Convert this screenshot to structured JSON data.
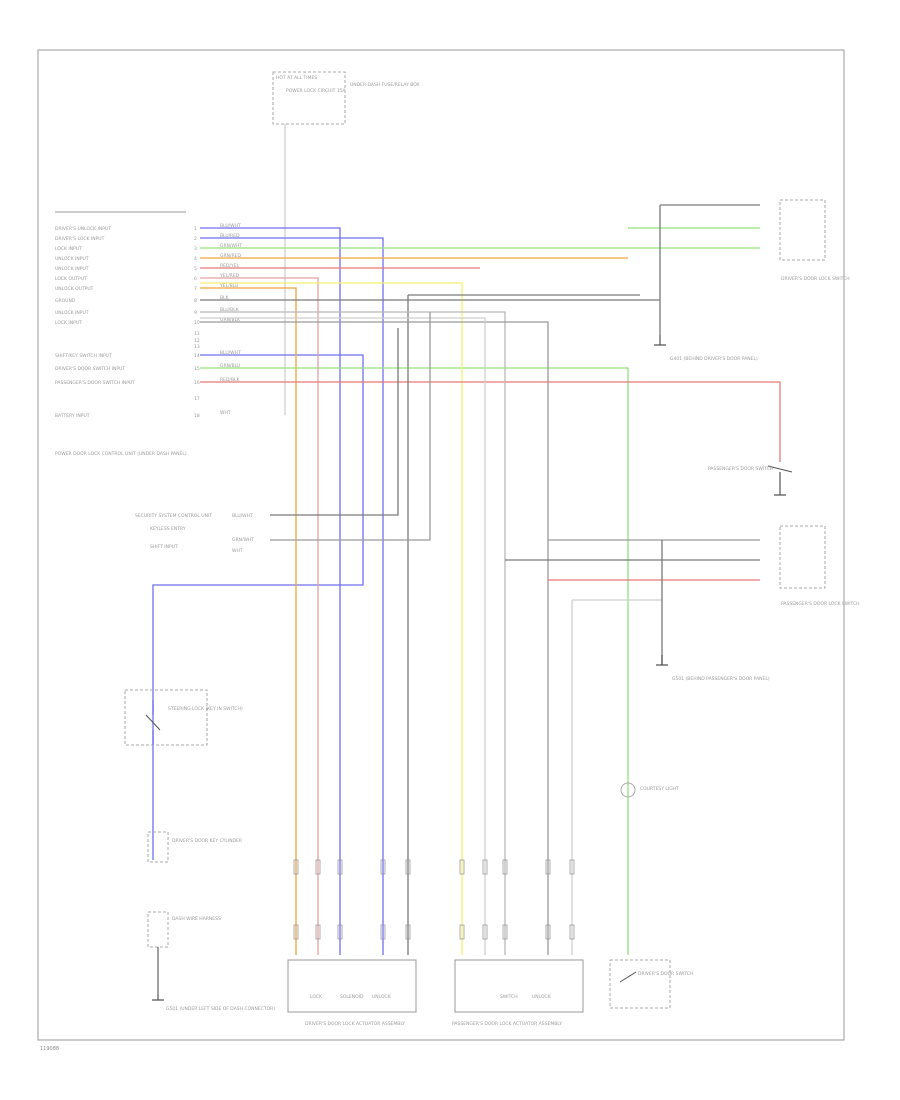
{
  "page": {
    "code": "119088"
  },
  "top_connector": {
    "header": "HOT AT ALL TIMES",
    "fuse": "POWER LOCK CIRCUIT 15A",
    "box_label": "UNDER-DASH FUSE/RELAY BOX"
  },
  "control_unit": {
    "title": "POWER DOOR LOCK CONTROL UNIT (UNDER DASH PANEL)",
    "pins": [
      {
        "num": "1",
        "label": "DRIVER'S UNLOCK INPUT",
        "wire": "BLU/WHT"
      },
      {
        "num": "2",
        "label": "DRIVER'S LOCK INPUT",
        "wire": "BLU/RED"
      },
      {
        "num": "3",
        "label": "LOCK INPUT",
        "wire": "GRN/WHT"
      },
      {
        "num": "4",
        "label": "UNLOCK INPUT",
        "wire": "GRN/RED"
      },
      {
        "num": "5",
        "label": "UNLOCK INPUT",
        "wire": "RED/YEL"
      },
      {
        "num": "6",
        "label": "LOCK OUTPUT",
        "wire": "YEL/RED"
      },
      {
        "num": "7",
        "label": "UNLOCK OUTPUT",
        "wire": "YEL/BLU"
      },
      {
        "num": "8",
        "label": "GROUND",
        "wire": "BLK"
      },
      {
        "num": "9",
        "label": "UNLOCK INPUT",
        "wire": "BLU/BLK"
      },
      {
        "num": "10",
        "label": "LOCK INPUT",
        "wire": "GRN/BLK"
      },
      {
        "num": "14",
        "label": "SHIFT/KEY SWITCH INPUT",
        "wire": "BLU/WHT"
      },
      {
        "num": "15",
        "label": "DRIVER'S DOOR SWITCH INPUT",
        "wire": "GRN/BLU"
      },
      {
        "num": "16",
        "label": "PASSENGER'S DOOR SWITCH INPUT",
        "wire": "RED/BLK"
      },
      {
        "num": "18",
        "label": "BATTERY INPUT",
        "wire": "WHT"
      }
    ],
    "unused_pins": [
      "11",
      "12",
      "13",
      "17"
    ]
  },
  "security_inputs": [
    {
      "label": "SECURITY SYSTEM CONTROL UNIT",
      "wire": "BLU/WHT"
    },
    {
      "label": "KEYLESS ENTRY",
      "wire": "GRN/WHT"
    },
    {
      "label": "SHIFT INPUT",
      "wire": "WHT"
    }
  ],
  "components": {
    "driver_lock_switch": "DRIVER'S DOOR LOCK SWITCH",
    "driver_lock_ground": "G401 (BEHIND DRIVER'S DOOR PANEL)",
    "passenger_lock_switch": "PASSENGER'S DOOR LOCK SWITCH",
    "passenger_lock_ground": "G501 (BEHIND PASSENGER'S DOOR PANEL)",
    "passenger_door_switch": "PASSENGER'S DOOR SWITCH",
    "steering_lock": "STEERING LOCK (KEY IN SWITCH)",
    "driver_door_key_cylinder": "DRIVER'S DOOR KEY CYLINDER",
    "dash_junction": "DASH WIRE HARNESS",
    "interior_light_lamp": "COURTESY LIGHT",
    "driver_door_switch": "DRIVER'S DOOR SWITCH",
    "g_interior": "G501 (UNDER LEFT SIDE OF DASH CONNECTOR)",
    "driver_actuator": "DRIVER'S DOOR LOCK ACTUATOR ASSEMBLY",
    "passenger_actuator": "PASSENGER'S DOOR LOCK ACTUATOR ASSEMBLY",
    "actuator_inner": "SOLENOID",
    "actuator_inner2": "SWITCH",
    "lock_positions": [
      "LOCK",
      "UNLOCK"
    ]
  },
  "wire_colors": {
    "orange": "#f4a23c",
    "red": "#e87878",
    "pink": "#e7a1a1",
    "blue": "#6f6ff0",
    "green": "#94e07a",
    "yellow": "#f3f06a",
    "black": "#6e6e6e",
    "white": "#cfcfcf",
    "frame": "#9a9a9a"
  }
}
